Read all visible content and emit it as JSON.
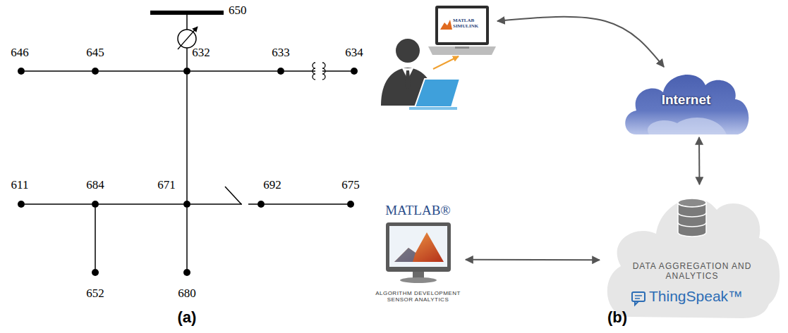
{
  "diagram": {
    "nodes": [
      {
        "text": [
          "650"
        ]
      },
      {
        "text": [
          "646"
        ]
      },
      {
        "text": [
          "645"
        ]
      },
      {
        "text": [
          "632"
        ]
      },
      {
        "text": [
          "633"
        ]
      },
      {
        "text": [
          "634"
        ]
      },
      {
        "text": [
          "611"
        ]
      },
      {
        "text": [
          "684"
        ]
      },
      {
        "text": [
          "671"
        ]
      },
      {
        "text": [
          "692"
        ]
      },
      {
        "text": [
          "675"
        ]
      },
      {
        "text": [
          "652"
        ]
      },
      {
        "text": [
          "680"
        ]
      },
      {
        "text": [
          "MATLAB SIMULINK"
        ]
      },
      {
        "text": [
          "Internet"
        ]
      },
      {
        "text": [
          "DATA AGGREGATION AND ANALYTICS",
          "ThingSpeak™"
        ]
      },
      {
        "text": [
          "MATLAB®",
          "ALGORITHM DEVELOPMENT SENSOR ANALYTICS"
        ]
      }
    ],
    "edges": [
      {
        "from": 0,
        "to": 3,
        "arrow": "none"
      },
      {
        "from": 1,
        "to": 2,
        "arrow": "none"
      },
      {
        "from": 2,
        "to": 3,
        "arrow": "none"
      },
      {
        "from": 3,
        "to": 4,
        "arrow": "none"
      },
      {
        "from": 4,
        "to": 5,
        "arrow": "none"
      },
      {
        "from": 3,
        "to": 8,
        "arrow": "none"
      },
      {
        "from": 6,
        "to": 7,
        "arrow": "none"
      },
      {
        "from": 7,
        "to": 8,
        "arrow": "none"
      },
      {
        "from": 8,
        "to": 9,
        "arrow": "none"
      },
      {
        "from": 9,
        "to": 10,
        "arrow": "none"
      },
      {
        "from": 7,
        "to": 11,
        "arrow": "none"
      },
      {
        "from": 8,
        "to": 12,
        "arrow": "none"
      },
      {
        "from": 13,
        "to": 14,
        "arrow": "both"
      },
      {
        "from": 14,
        "to": 15,
        "arrow": "both"
      },
      {
        "from": 16,
        "to": 15,
        "arrow": "both"
      }
    ],
    "labels": [
      "(a)",
      "(b)"
    ]
  }
}
